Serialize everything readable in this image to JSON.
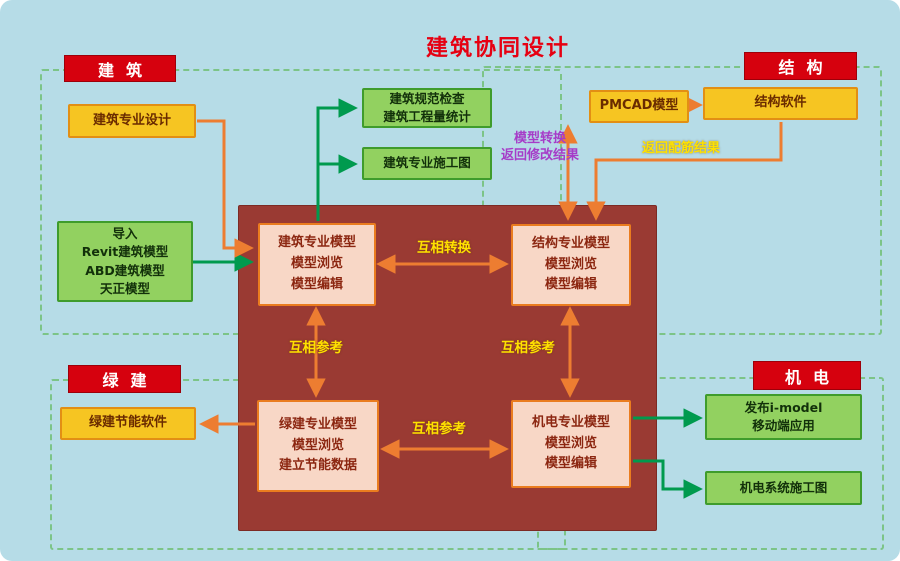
{
  "title": "建筑协同设计",
  "sections": {
    "architecture": "建筑",
    "structure": "结构",
    "green_building": "绿建",
    "mep": "机电"
  },
  "nodes": {
    "arch_design": "建筑专业设计",
    "arch_check": "建筑规范检查\n建筑工程量统计",
    "arch_drawing": "建筑专业施工图",
    "import_models": "导入\nRevit建筑模型\nABD建筑模型\n天正模型",
    "pmcad": "PMCAD模型",
    "struct_software": "结构软件",
    "arch_model": "建筑专业模型\n模型浏览\n模型编辑",
    "struct_model": "结构专业模型\n模型浏览\n模型编辑",
    "green_model": "绿建专业模型\n模型浏览\n建立节能数据",
    "mep_model": "机电专业模型\n模型浏览\n模型编辑",
    "green_software": "绿建节能软件",
    "publish_imodel": "发布i-model\n移动端应用",
    "mep_drawing": "机电系统施工图"
  },
  "arrow_labels": {
    "mutual_convert": "互相转换",
    "mutual_ref_left": "互相参考",
    "mutual_ref_right": "互相参考",
    "mutual_ref_bottom": "互相参考",
    "model_convert": "模型转换\n返回修改结果",
    "rebar_result": "返回配筋结果"
  },
  "colors": {
    "background": "#b6dce7",
    "title_red": "#e60012",
    "section_red": "#d6010e",
    "node_yellow": "#f6c522",
    "node_green": "#92d160",
    "node_pink": "#f8d7c6",
    "central_maroon": "#9a3a33",
    "arrow_orange": "#ed7d31",
    "arrow_green": "#009a4e",
    "label_yellow": "#ffe100",
    "label_purple": "#a63cc8"
  }
}
